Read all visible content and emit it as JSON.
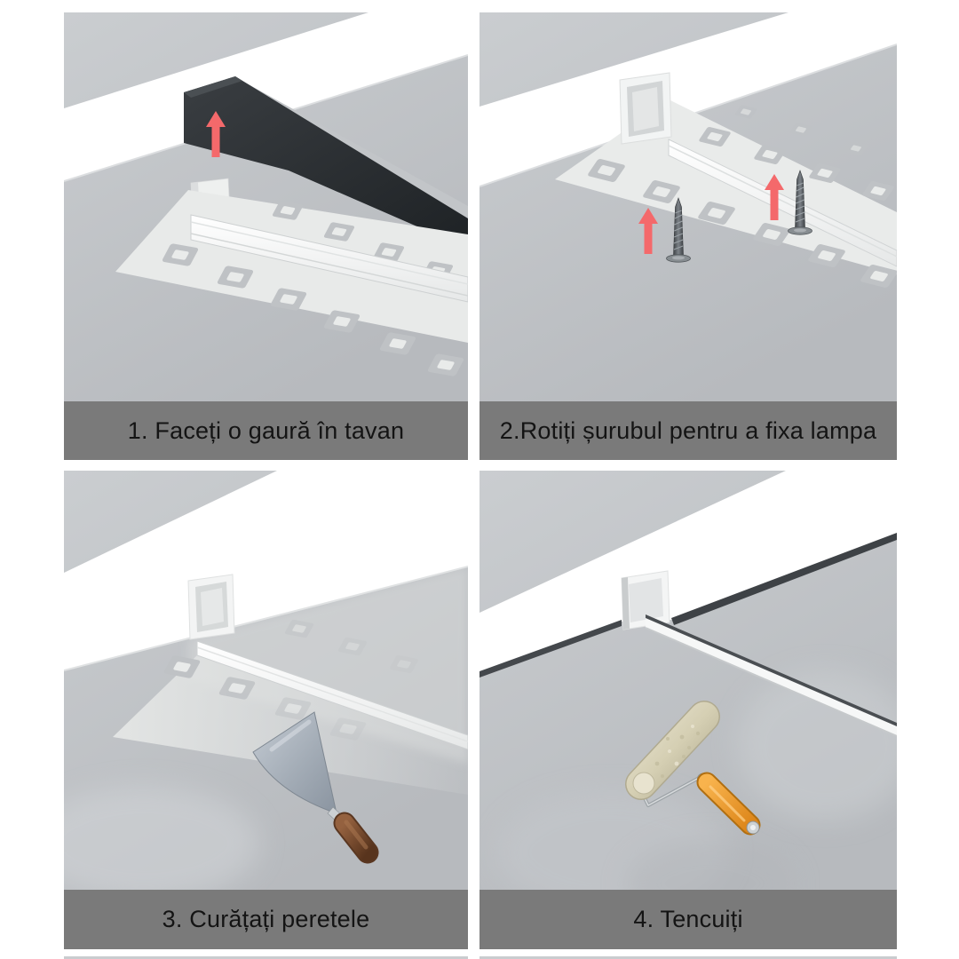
{
  "page": {
    "background": "#ffffff",
    "layout": "4-step installation instruction grid"
  },
  "colors": {
    "caption_bar": "#7a7a7a",
    "caption_text": "#141414",
    "arrow_red": "#f4696b",
    "scene_background_light": "#cacdd0",
    "scene_background_dark": "#b7babe",
    "ceiling_white": "#ffffff",
    "slot_black": "#24282b",
    "profile_aluminum": "#e8eae9",
    "screw_gray": "#5a6064",
    "putty_knife_steel": "#a9b2bc",
    "putty_knife_handle_brown": "#7d4e33",
    "roller_cream": "#d8d2b8",
    "roller_handle_orange": "#f0a13a"
  },
  "steps": [
    {
      "number": "1",
      "caption": "1. Faceți o gaură în tavan",
      "illustration": "ceiling with black cut slot",
      "icons": [
        "arrow-up"
      ]
    },
    {
      "number": "2",
      "caption": "2.Rotiți șurubul pentru a fixa lampa",
      "illustration": "plaster-in profile fixed with screws",
      "icons": [
        "arrow-up",
        "screw",
        "arrow-up",
        "screw"
      ]
    },
    {
      "number": "3",
      "caption": "3. Curățați peretele",
      "illustration": "profile being cleaned",
      "icons": [
        "putty-knife"
      ]
    },
    {
      "number": "4",
      "caption": "4. Tencuiți",
      "illustration": "plastered ceiling with recessed channel",
      "icons": [
        "paint-roller"
      ]
    }
  ]
}
